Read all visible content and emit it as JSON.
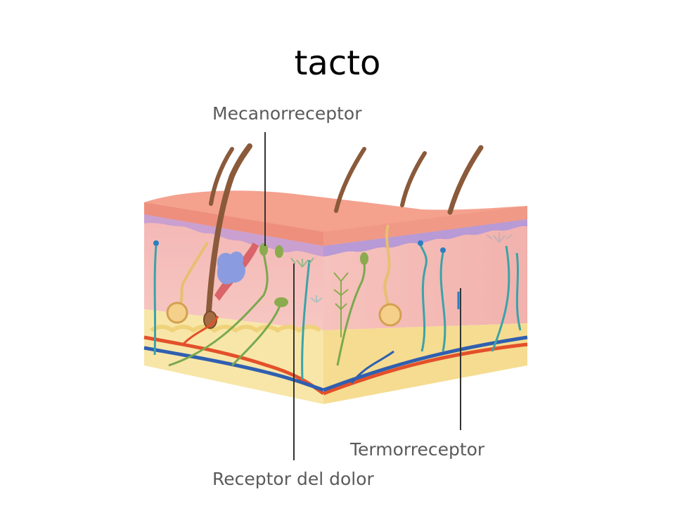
{
  "slide": {
    "title": "tacto"
  },
  "labels": {
    "mechanoreceptor": "Mecanorreceptor",
    "thermoreceptor": "Termorreceptor",
    "pain_receptor": "Receptor del dolor"
  },
  "colors": {
    "epidermis": "#f09a86",
    "dermis": "#f5b8b8",
    "fat": "#f7e4a0",
    "artery": "#e3502a",
    "vein": "#2f5fb0",
    "nerve": "#3aa3a8",
    "hair": "#8a5a3a"
  }
}
